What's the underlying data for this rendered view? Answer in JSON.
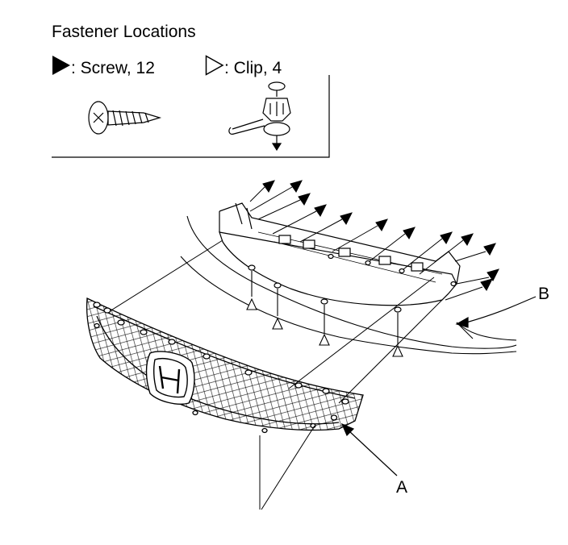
{
  "title": "Fastener Locations",
  "legend": {
    "screw": {
      "text": ": Screw, 12",
      "icon": "filled-triangle-icon"
    },
    "clip": {
      "text": ": Clip, 4",
      "icon": "outline-triangle-icon"
    }
  },
  "callouts": {
    "a": "A",
    "b": "B"
  },
  "parts": [
    "screw-illustration",
    "clip-illustration",
    "grille-mesh",
    "honda-emblem",
    "grille-support-bracket"
  ]
}
